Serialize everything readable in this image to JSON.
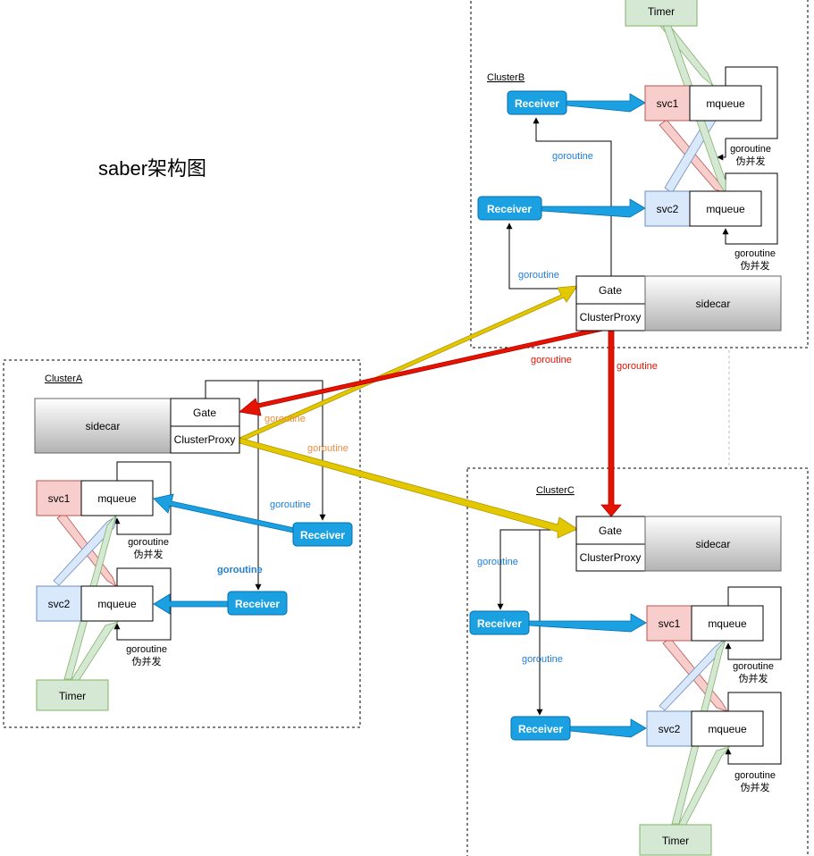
{
  "title": "saber架构图",
  "clusters": {
    "a": "ClusterA",
    "b": "ClusterB",
    "c": "ClusterC"
  },
  "labels": {
    "sidecar": "sidecar",
    "gate": "Gate",
    "cluster_proxy": "ClusterProxy",
    "receiver": "Receiver",
    "svc1": "svc1",
    "svc2": "svc2",
    "mqueue": "mqueue",
    "timer": "Timer",
    "goroutine": "goroutine",
    "pseudo_concurrency": "伪并发"
  },
  "colors": {
    "receiver": "#1ba1e2",
    "receiver_border": "#006eaf",
    "svc1_fill": "#f8cecc",
    "svc1_border": "#b85450",
    "svc2_fill": "#dae8fc",
    "svc2_border": "#6c8ebf",
    "timer_fill": "#d5e8d4",
    "timer_border": "#82b366",
    "red_arrow": "#e51400",
    "yellow_arrow": "#e3c800",
    "blue_arrow": "#1ba1e2",
    "label_blue": "#1d7fd6",
    "label_orange": "#f08c3c",
    "label_red": "#e51400"
  }
}
